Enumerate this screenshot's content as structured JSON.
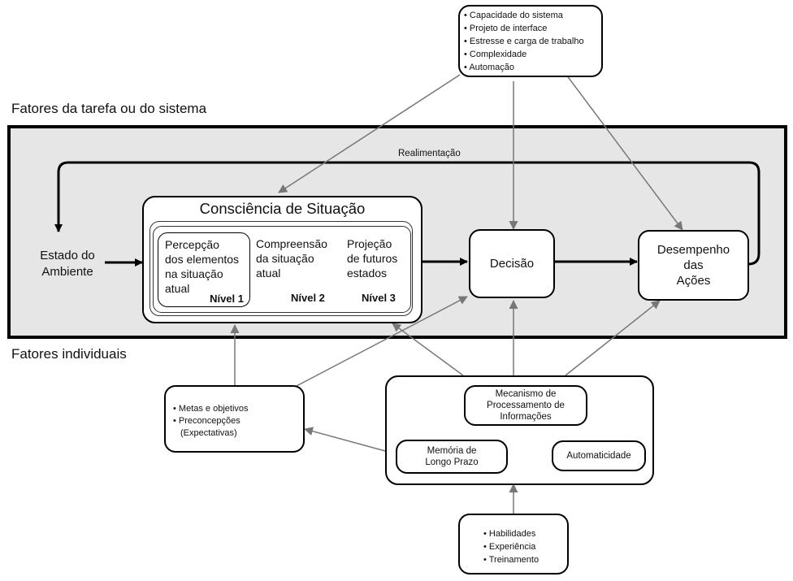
{
  "sections": {
    "task_factors": "Fatores da tarefa ou do sistema",
    "individual_factors": "Fatores individuais"
  },
  "system_factors": {
    "items": [
      "Capacidade do sistema",
      "Projeto de interface",
      "Estresse e carga de trabalho",
      "Complexidade",
      "Automação"
    ]
  },
  "feedback_label": "Realimentação",
  "environment_state": {
    "line1": "Estado do",
    "line2": "Ambiente"
  },
  "situation_awareness": {
    "title": "Consciência de Situação",
    "levels": [
      {
        "text_lines": [
          "Percepção",
          "dos elementos",
          "na situação",
          "atual"
        ],
        "label": "Nível 1"
      },
      {
        "text_lines": [
          "Compreensão",
          "da situação",
          "atual"
        ],
        "label": "Nível 2"
      },
      {
        "text_lines": [
          "Projeção",
          "de futuros",
          "estados"
        ],
        "label": "Nível 3"
      }
    ]
  },
  "decision": "Decisão",
  "performance": {
    "line1": "Desempenho",
    "line2": "das",
    "line3": "Ações"
  },
  "goals": {
    "items": [
      "Metas e objetivos",
      "Preconcepções"
    ],
    "extra_line": "(Expectativas)"
  },
  "information_processing": {
    "mechanism": {
      "line1": "Mecanismo de",
      "line2": "Processamento de",
      "line3": "Informações"
    },
    "long_term_memory": {
      "line1": "Memória de",
      "line2": "Longo Prazo"
    },
    "automaticity": "Automaticidade"
  },
  "abilities": {
    "items": [
      "Habilidades",
      "Experiência",
      "Treinamento"
    ]
  },
  "colors": {
    "panel": "#e6e6e6",
    "arrow_black": "#000000",
    "arrow_gray": "#777777"
  }
}
